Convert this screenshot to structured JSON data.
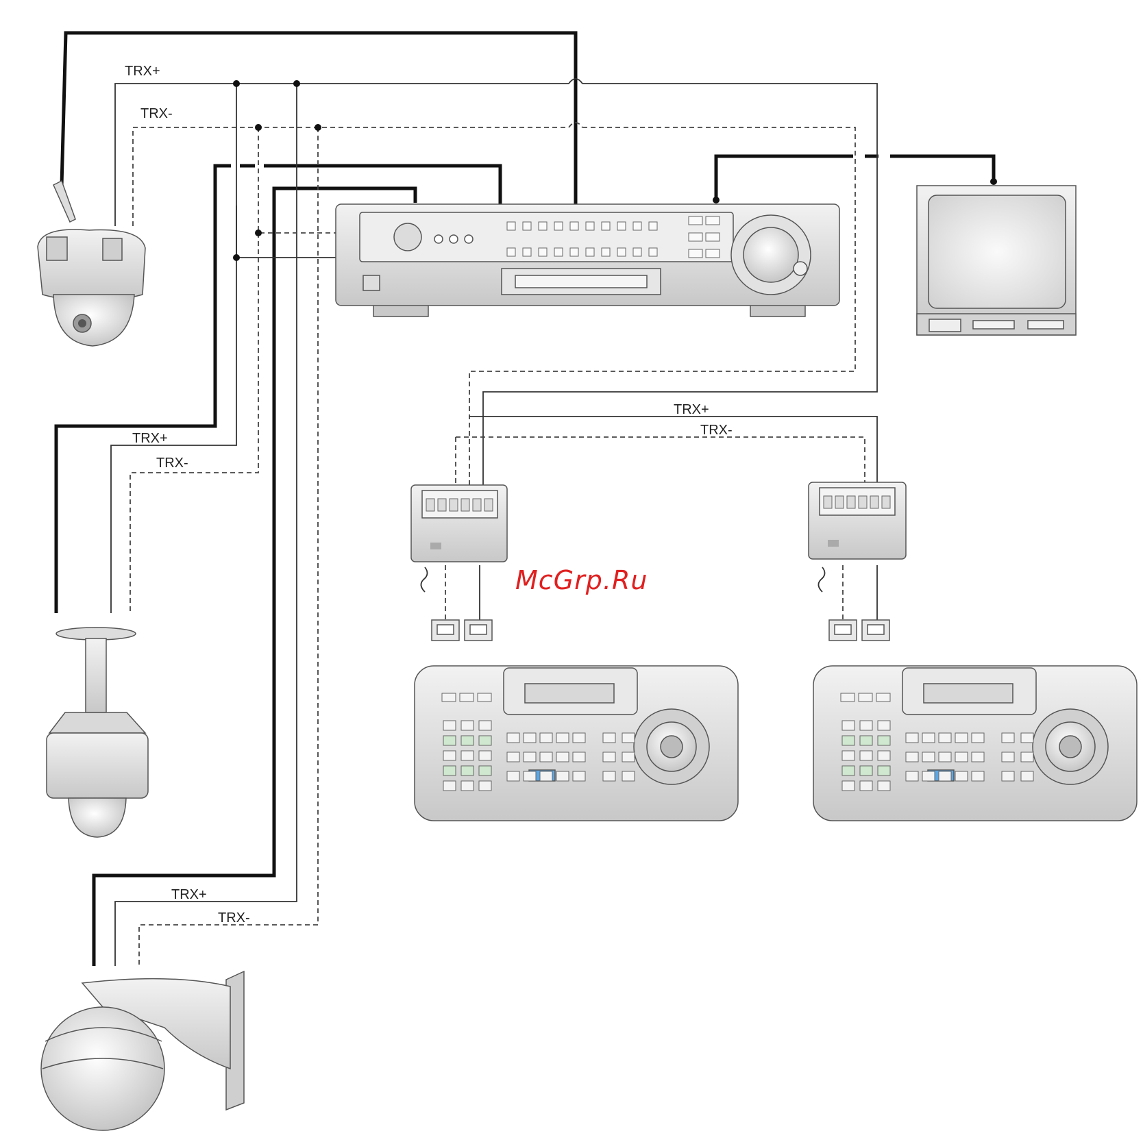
{
  "labels": {
    "trx_plus": "TRX+",
    "trx_minus": "TRX-"
  },
  "watermark": "McGrp.Ru",
  "colors": {
    "wire_power": "#111111",
    "wire_data": "#333333",
    "watermark": "#e02020",
    "device_fill": "#e4e4e4"
  },
  "devices": [
    {
      "id": "camera-1",
      "icon": "dome-camera-icon"
    },
    {
      "id": "camera-2",
      "icon": "pendant-dome-camera-icon"
    },
    {
      "id": "camera-3",
      "icon": "wall-mount-dome-camera-icon"
    },
    {
      "id": "dvr",
      "icon": "dvr-recorder-icon"
    },
    {
      "id": "monitor",
      "icon": "monitor-icon"
    },
    {
      "id": "junction-1",
      "icon": "terminal-box-icon"
    },
    {
      "id": "junction-2",
      "icon": "terminal-box-icon"
    },
    {
      "id": "keyboard-1",
      "icon": "control-keyboard-icon"
    },
    {
      "id": "keyboard-2",
      "icon": "control-keyboard-icon"
    }
  ]
}
